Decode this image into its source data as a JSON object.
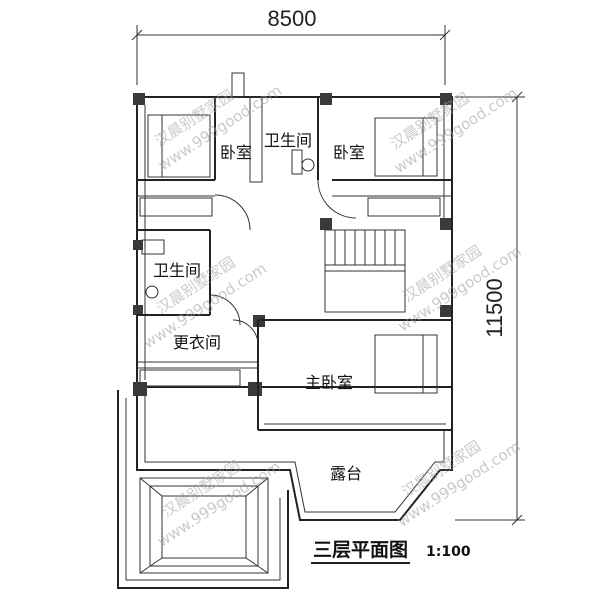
{
  "dimensions": {
    "width": "8500",
    "height": "11500"
  },
  "rooms": {
    "bedroom_left": "卧室",
    "bathroom_top": "卫生间",
    "bedroom_right": "卧室",
    "bathroom_left": "卫生间",
    "closet": "更衣间",
    "master_bedroom": "主卧室",
    "terrace": "露台"
  },
  "plan_title": "三层平面图",
  "scale": "1:100",
  "watermark": {
    "brand": "汉晨别墅家园",
    "url": "www.999good.com"
  },
  "colors": {
    "line": "#222222",
    "column": "#3a3a3a",
    "watermark": "#9aa0a6"
  }
}
